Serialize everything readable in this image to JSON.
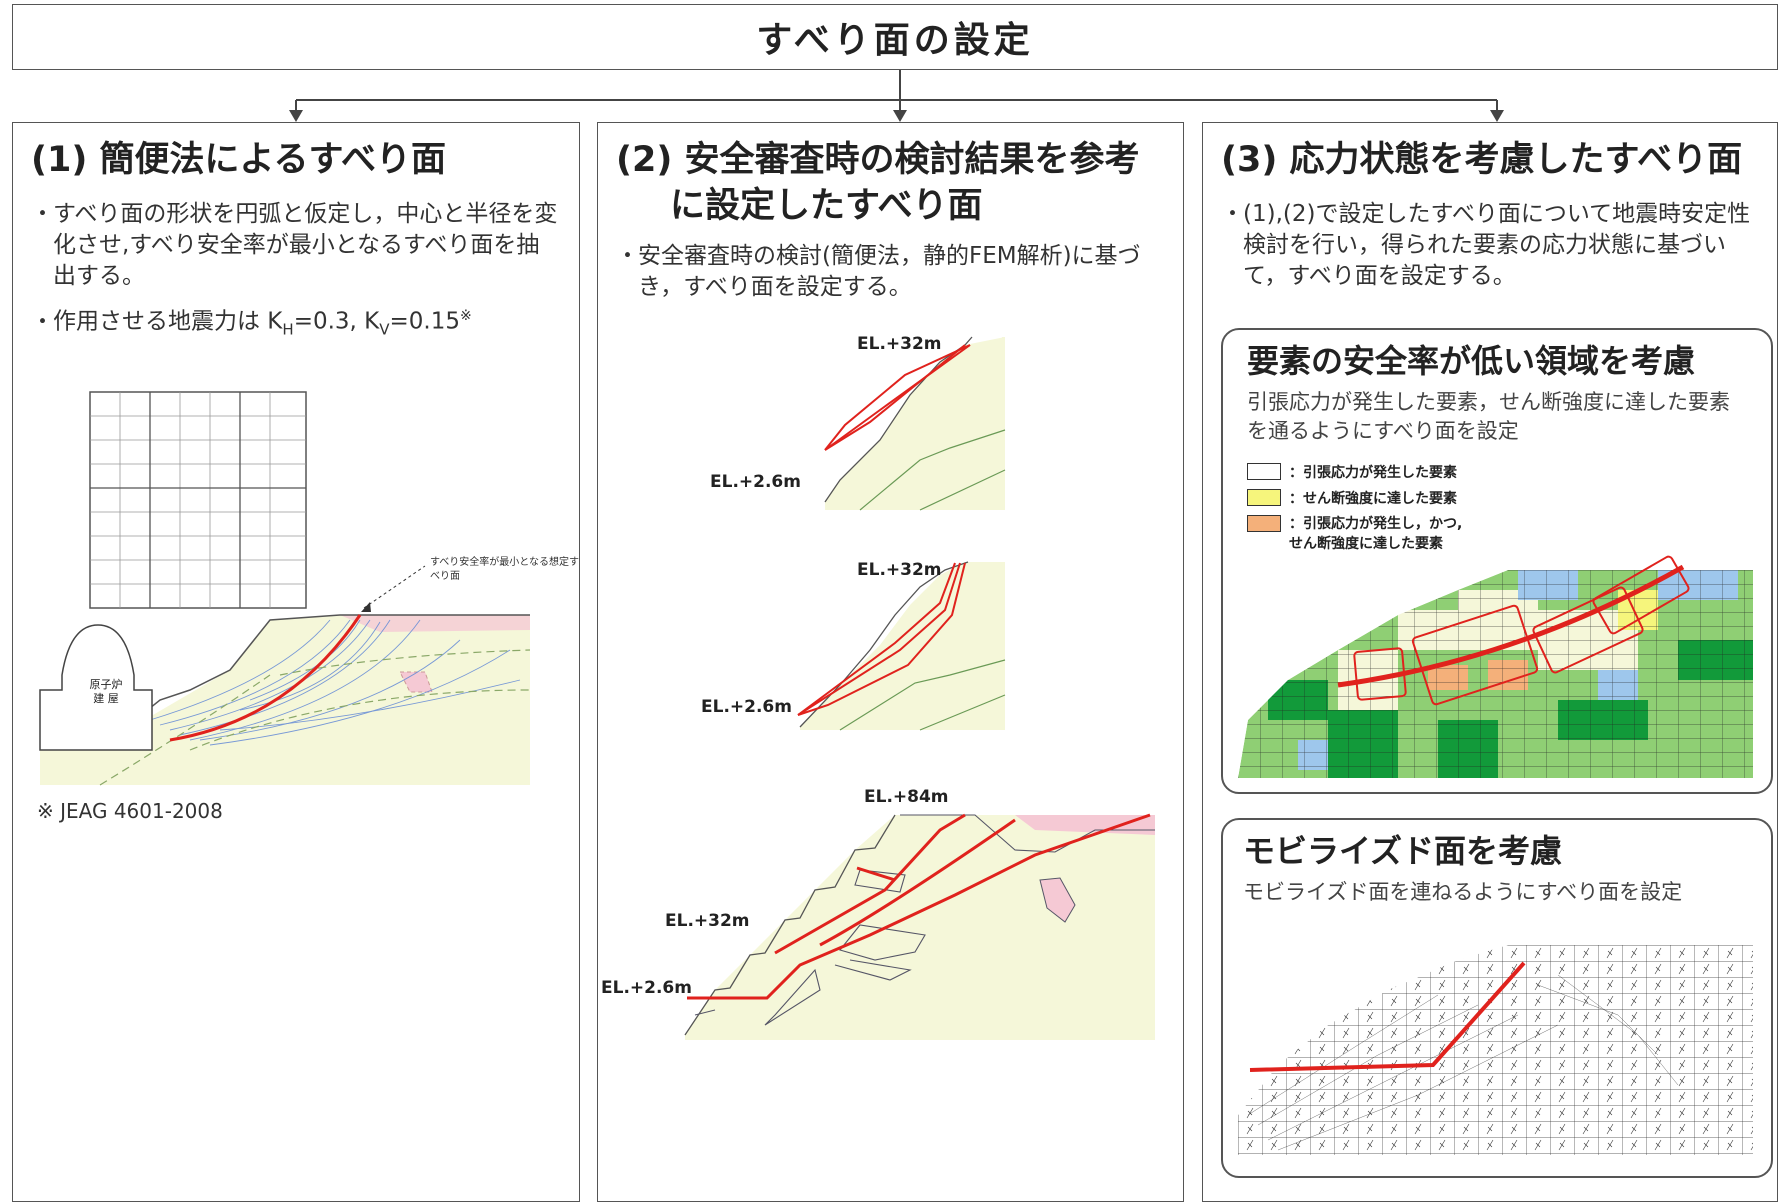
{
  "title": "すべり面の設定",
  "colors": {
    "slip_line": "#e0221d",
    "soil_fill": "#f5f7d9",
    "pink_fill": "#f5c9d4",
    "dark_green": "#129a3a",
    "light_green": "#8fcf74",
    "blue": "#9ec7ec",
    "orange": "#f4b07a",
    "yellow": "#f6f57c"
  },
  "panel1": {
    "title": "(1) 簡便法によるすべり面",
    "bullet1": "すべり面の形状を円弧と仮定し，中心と半径を変化させ,すべり安全率が最小となるすべり面を抽出する。",
    "bullet2_prefix": "作用させる地震力は K",
    "bullet2_sub1": "H",
    "bullet2_mid": "=0.3,  K",
    "bullet2_sub2": "V",
    "bullet2_suffix": "=0.15",
    "bullet2_sup": "※",
    "annotation": "すべり安全率が最小となる想定すべり面",
    "building_label": "原子炉\n建 屋",
    "footnote": "※ JEAG 4601-2008",
    "bullet_mark": "・"
  },
  "panel2": {
    "title_line1": "(2) 安全審査時の検討結果を参考",
    "title_line2": "に設定したすべり面",
    "bullet1": "安全審査時の検討(簡便法，静的FEM解析)に基づき，すべり面を設定する。",
    "fig1": {
      "top_label": "EL.+32m",
      "bottom_label": "EL.+2.6m"
    },
    "fig2": {
      "top_label": "EL.+32m",
      "bottom_label": "EL.+2.6m"
    },
    "fig3": {
      "top_label": "EL.+84m",
      "mid_label": "EL.+32m",
      "bottom_label": "EL.+2.6m"
    }
  },
  "panel3": {
    "title": "(3) 応力状態を考慮したすべり面",
    "bullet1": "(1),(2)で設定したすべり面について地震時安定性検討を行い，得られた要素の応力状態に基づいて，すべり面を設定する。",
    "card1": {
      "title": "要素の安全率が低い領域を考慮",
      "desc": "引張応力が発生した要素，せん断強度に達した要素を通るようにすべり面を設定",
      "legend": [
        {
          "label": "：引張応力が発生した要素",
          "color": "#ffffff"
        },
        {
          "label": "：せん断強度に達した要素",
          "color": "#f6f57c"
        },
        {
          "label": "：引張応力が発生し，かつ,\nせん断強度に達した要素",
          "color": "#f4b07a"
        }
      ]
    },
    "card2": {
      "title": "モビライズド面を考慮",
      "desc": "モビライズド面を連ねるようにすべり面を設定"
    }
  }
}
